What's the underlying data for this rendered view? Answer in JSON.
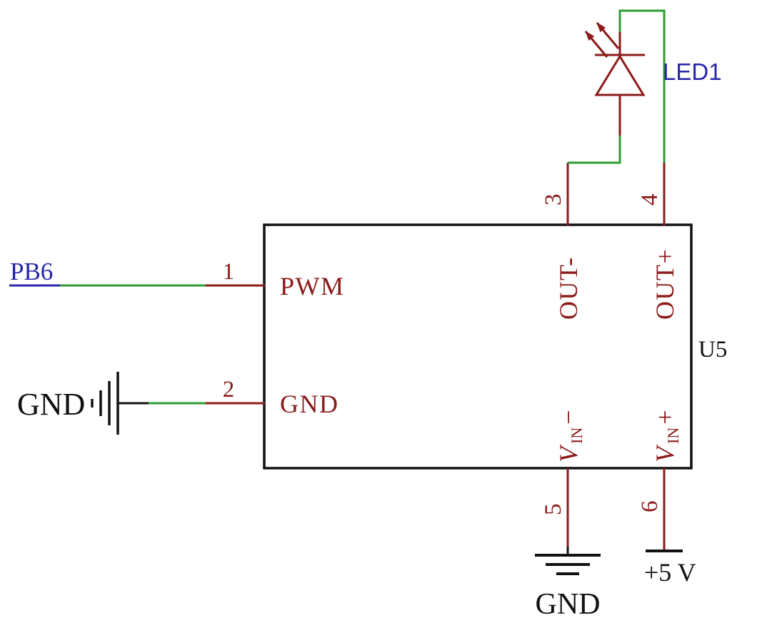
{
  "schematic": {
    "ic": {
      "designator": "U5",
      "pins": [
        {
          "number": "1",
          "name": "PWM",
          "side": "left"
        },
        {
          "number": "2",
          "name": "GND",
          "side": "left"
        },
        {
          "number": "3",
          "name": "OUT-",
          "side": "top"
        },
        {
          "number": "4",
          "name": "OUT+",
          "side": "top"
        },
        {
          "number": "5",
          "name": "VIN-",
          "side": "bottom",
          "name_parts": {
            "base": "V",
            "sub": "IN",
            "sign": "−"
          }
        },
        {
          "number": "6",
          "name": "VIN+",
          "side": "bottom",
          "name_parts": {
            "base": "V",
            "sub": "IN",
            "sign": "+"
          }
        }
      ]
    },
    "led": {
      "designator": "LED1"
    },
    "net_labels": {
      "pb6": "PB6"
    },
    "power": {
      "gnd_left": "GND",
      "gnd_bottom": "GND",
      "plus5v": "+5 V"
    },
    "colors": {
      "wire_green": "#2e9b33",
      "pin_and_symbol_red": "#8b1a1a",
      "net_label_blue": "#2626aa",
      "outline_black": "#111111",
      "background": "#ffffff"
    }
  }
}
